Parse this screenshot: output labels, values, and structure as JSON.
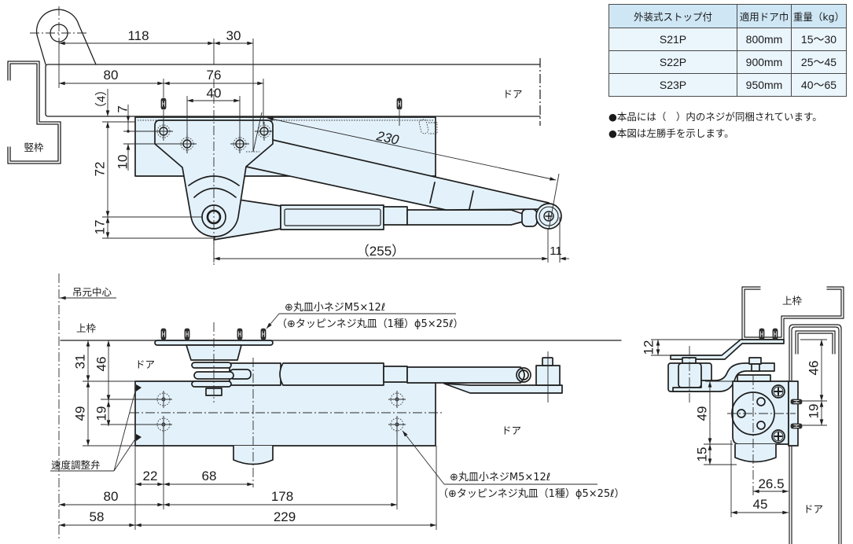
{
  "spec_table": {
    "headers": [
      "外装式ストップ付",
      "適用ドア巾",
      "重量（kg）"
    ],
    "rows": [
      {
        "model": "S21P",
        "door_width": "800mm",
        "weight": "15〜30"
      },
      {
        "model": "S22P",
        "door_width": "900mm",
        "weight": "25〜45"
      },
      {
        "model": "S23P",
        "door_width": "950mm",
        "weight": "40〜65"
      }
    ]
  },
  "notes": [
    "●本品には（　）内のネジが同梱されています。",
    "●本図は左勝手を示します。"
  ],
  "plan_view": {
    "frame_label": "竪枠",
    "door_label": "ドア",
    "dims": {
      "d118": "118",
      "d30": "30",
      "d80": "80",
      "d76": "76",
      "d40": "40",
      "d4": "（4）",
      "d7": "7",
      "d10": "10",
      "d72": "72",
      "d17": "17",
      "d230": "230",
      "d255": "（255）",
      "d11": "11"
    }
  },
  "front_view": {
    "hinge_center_label": "吊元中心",
    "head_frame_label": "上枠",
    "door_label_left": "ドア",
    "door_label_right": "ドア",
    "speed_valve_label": "速度調整弁",
    "callout_top": {
      "screw": "⊕丸皿小ネジM5×12ℓ",
      "tapping": "（⊕タッピンネジ丸皿（1種）ϕ5×25ℓ）"
    },
    "callout_bottom": {
      "screw": "⊕丸皿小ネジM5×12ℓ",
      "tapping": "（⊕タッピンネジ丸皿（1種）ϕ5×25ℓ）"
    },
    "dims": {
      "d31": "31",
      "d46": "46",
      "d49": "49",
      "d19": "19",
      "d22": "22",
      "d68": "68",
      "d80": "80",
      "d178": "178",
      "d58": "58",
      "d229": "229"
    }
  },
  "side_view": {
    "head_frame_label": "上枠",
    "door_label": "ドア",
    "dims": {
      "d12": "12",
      "d46": "46",
      "d19": "19",
      "d49": "49",
      "d15": "15",
      "d26_5": "26.5",
      "d45": "45"
    }
  },
  "colors": {
    "part_fill": "#e3f1fa",
    "line": "#1e1e1e",
    "table_header": "#cfe7f5",
    "table_row": "#eaf5fc"
  }
}
